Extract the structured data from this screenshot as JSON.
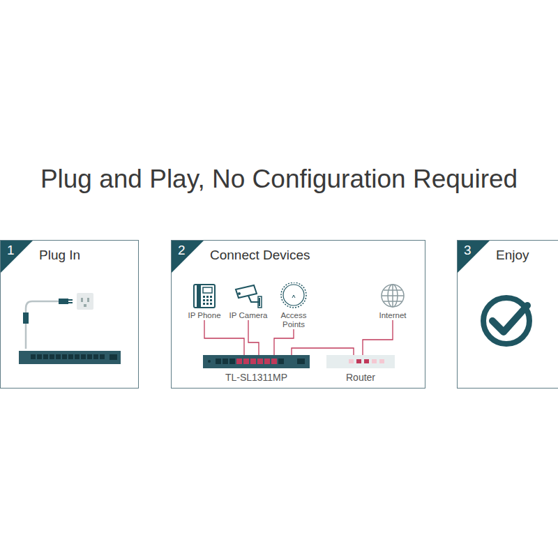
{
  "diagram": {
    "title": "Plug and Play, No Configuration Required",
    "nodes": [
      {
        "text": [
          "1",
          "Plug In"
        ]
      },
      {
        "text": [
          "2",
          "Connect Devices"
        ]
      },
      {
        "text": [
          "IP Phone"
        ],
        "in": 1
      },
      {
        "text": [
          "IP Camera"
        ],
        "in": 1
      },
      {
        "text": [
          "Access Points"
        ],
        "in": 1
      },
      {
        "text": [
          "Internet"
        ],
        "in": 1
      },
      {
        "text": [
          "TL-SL1311MP"
        ],
        "in": 1
      },
      {
        "text": [
          "Router"
        ],
        "in": 1
      },
      {
        "text": [
          "3",
          "Enjoy"
        ]
      }
    ],
    "edges": [
      {
        "from": 2,
        "to": 6,
        "arrow": "none"
      },
      {
        "from": 3,
        "to": 6,
        "arrow": "none"
      },
      {
        "from": 4,
        "to": 6,
        "arrow": "none"
      },
      {
        "from": 6,
        "to": 7,
        "arrow": "none"
      },
      {
        "from": 5,
        "to": 7,
        "arrow": "none"
      }
    ]
  }
}
